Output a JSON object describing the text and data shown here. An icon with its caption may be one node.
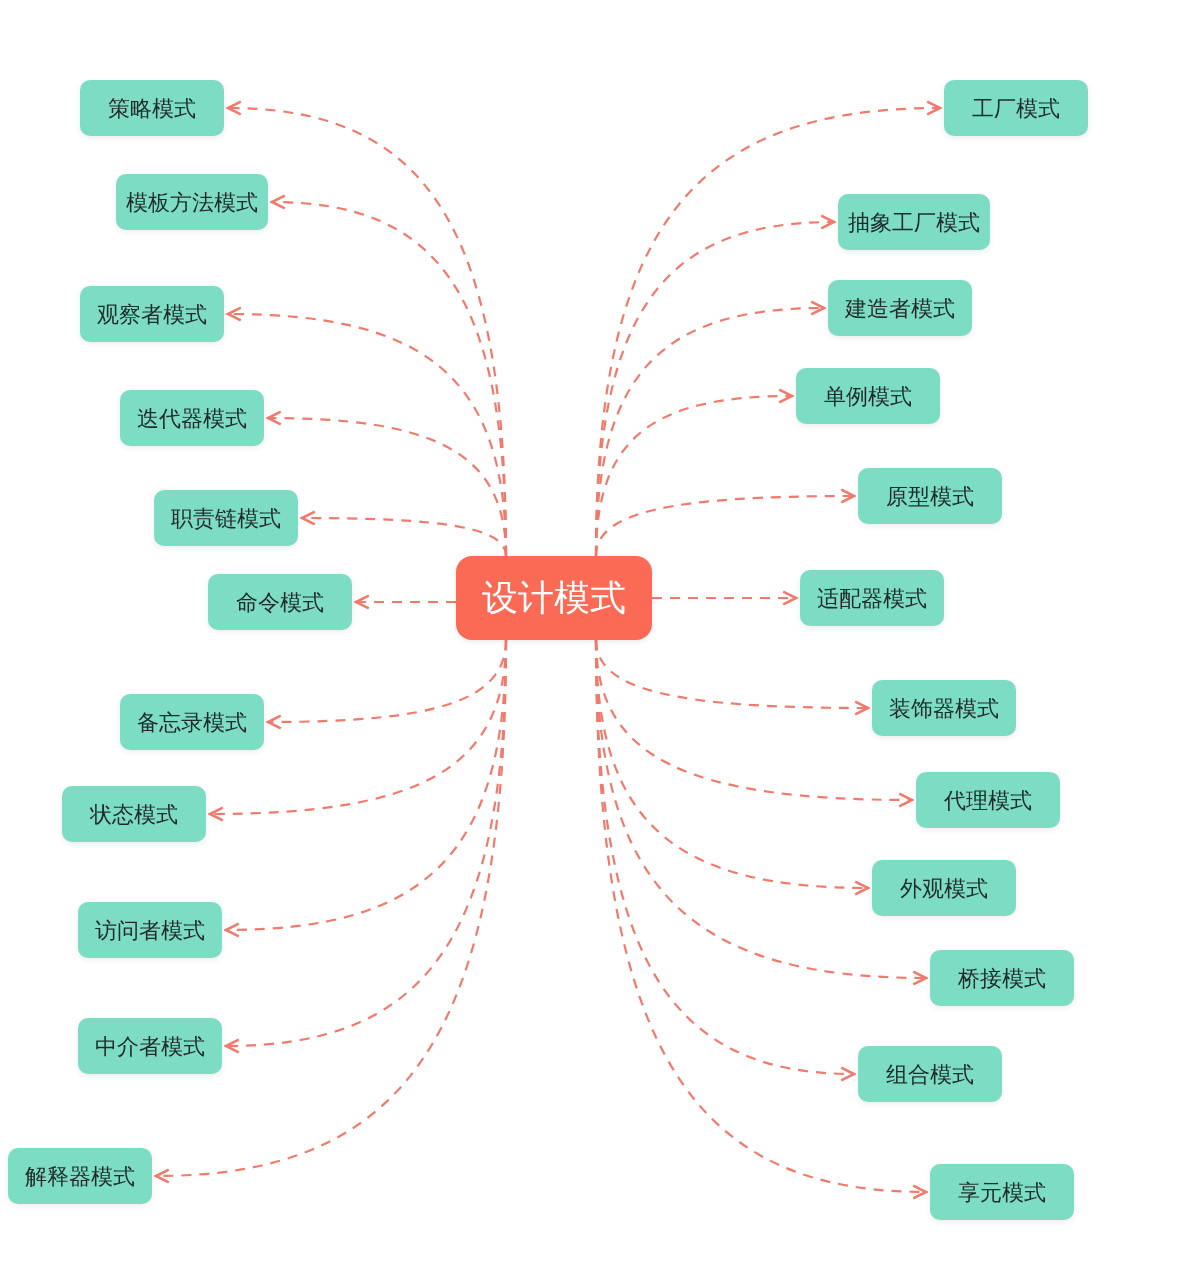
{
  "diagram": {
    "nodes": [
      {
        "text": [
          "设计模式"
        ]
      },
      {
        "text": [
          "策略模式"
        ]
      },
      {
        "text": [
          "模板方法模式"
        ]
      },
      {
        "text": [
          "观察者模式"
        ]
      },
      {
        "text": [
          "迭代器模式"
        ]
      },
      {
        "text": [
          "职责链模式"
        ]
      },
      {
        "text": [
          "命令模式"
        ]
      },
      {
        "text": [
          "备忘录模式"
        ]
      },
      {
        "text": [
          "状态模式"
        ]
      },
      {
        "text": [
          "访问者模式"
        ]
      },
      {
        "text": [
          "中介者模式"
        ]
      },
      {
        "text": [
          "解释器模式"
        ]
      },
      {
        "text": [
          "工厂模式"
        ]
      },
      {
        "text": [
          "抽象工厂模式"
        ]
      },
      {
        "text": [
          "建造者模式"
        ]
      },
      {
        "text": [
          "单例模式"
        ]
      },
      {
        "text": [
          "原型模式"
        ]
      },
      {
        "text": [
          "适配器模式"
        ]
      },
      {
        "text": [
          "装饰器模式"
        ]
      },
      {
        "text": [
          "代理模式"
        ]
      },
      {
        "text": [
          "外观模式"
        ]
      },
      {
        "text": [
          "桥接模式"
        ]
      },
      {
        "text": [
          "组合模式"
        ]
      },
      {
        "text": [
          "享元模式"
        ]
      }
    ],
    "edges": [
      {
        "from": 0,
        "to": 1,
        "arrow": "to",
        "style": "dashed"
      },
      {
        "from": 0,
        "to": 2,
        "arrow": "to",
        "style": "dashed"
      },
      {
        "from": 0,
        "to": 3,
        "arrow": "to",
        "style": "dashed"
      },
      {
        "from": 0,
        "to": 4,
        "arrow": "to",
        "style": "dashed"
      },
      {
        "from": 0,
        "to": 5,
        "arrow": "to",
        "style": "dashed"
      },
      {
        "from": 0,
        "to": 6,
        "arrow": "to",
        "style": "dashed"
      },
      {
        "from": 0,
        "to": 7,
        "arrow": "to",
        "style": "dashed"
      },
      {
        "from": 0,
        "to": 8,
        "arrow": "to",
        "style": "dashed"
      },
      {
        "from": 0,
        "to": 9,
        "arrow": "to",
        "style": "dashed"
      },
      {
        "from": 0,
        "to": 10,
        "arrow": "to",
        "style": "dashed"
      },
      {
        "from": 0,
        "to": 11,
        "arrow": "to",
        "style": "dashed"
      },
      {
        "from": 0,
        "to": 12,
        "arrow": "to",
        "style": "dashed"
      },
      {
        "from": 0,
        "to": 13,
        "arrow": "to",
        "style": "dashed"
      },
      {
        "from": 0,
        "to": 14,
        "arrow": "to",
        "style": "dashed"
      },
      {
        "from": 0,
        "to": 15,
        "arrow": "to",
        "style": "dashed"
      },
      {
        "from": 0,
        "to": 16,
        "arrow": "to",
        "style": "dashed"
      },
      {
        "from": 0,
        "to": 17,
        "arrow": "to",
        "style": "dashed"
      },
      {
        "from": 0,
        "to": 18,
        "arrow": "to",
        "style": "dashed"
      },
      {
        "from": 0,
        "to": 19,
        "arrow": "to",
        "style": "dashed"
      },
      {
        "from": 0,
        "to": 20,
        "arrow": "to",
        "style": "dashed"
      },
      {
        "from": 0,
        "to": 21,
        "arrow": "to",
        "style": "dashed"
      },
      {
        "from": 0,
        "to": 22,
        "arrow": "to",
        "style": "dashed"
      },
      {
        "from": 0,
        "to": 23,
        "arrow": "to",
        "style": "dashed"
      }
    ]
  }
}
